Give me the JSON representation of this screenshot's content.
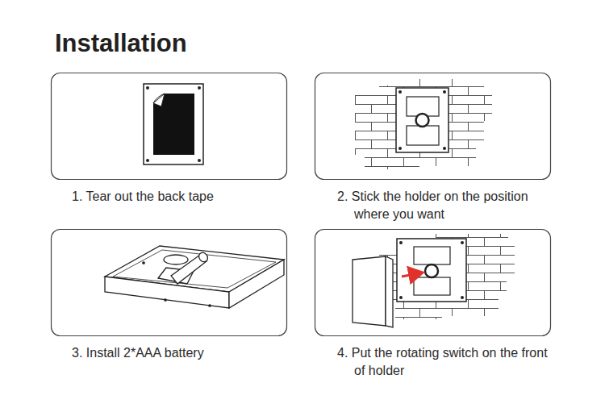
{
  "diagram": {
    "title": "Installation",
    "labels": [
      "1. Tear out the back tape",
      "2. Stick the holder on the position where you want",
      "3. Install 2*AAA battery",
      "4. Put the rotating switch on the front of holder"
    ]
  }
}
